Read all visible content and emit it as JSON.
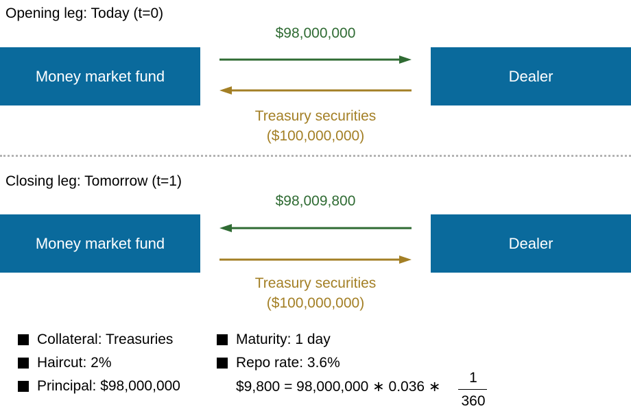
{
  "colors": {
    "box": "#0a6a9c",
    "cash": "#2f6b33",
    "securities": "#a37f25"
  },
  "opening": {
    "title": "Opening leg: Today (t=0)",
    "left_box": "Money market fund",
    "right_box": "Dealer",
    "cash_amount": "$98,000,000",
    "securities_label": "Treasury securities",
    "securities_amount": "($100,000,000)"
  },
  "closing": {
    "title": "Closing leg: Tomorrow (t=1)",
    "left_box": "Money market fund",
    "right_box": "Dealer",
    "cash_amount": "$98,009,800",
    "securities_label": "Treasury securities",
    "securities_amount": "($100,000,000)"
  },
  "notes": {
    "collateral": "Collateral: Treasuries",
    "haircut": "Haircut: 2%",
    "principal": "Principal: $98,000,000",
    "maturity": "Maturity: 1 day",
    "repo_rate": "Repo rate: 3.6%",
    "formula_left": "$9,800 = 98,000,000 ∗ 0.036 ∗",
    "formula_numerator": "1",
    "formula_denominator": "360"
  }
}
